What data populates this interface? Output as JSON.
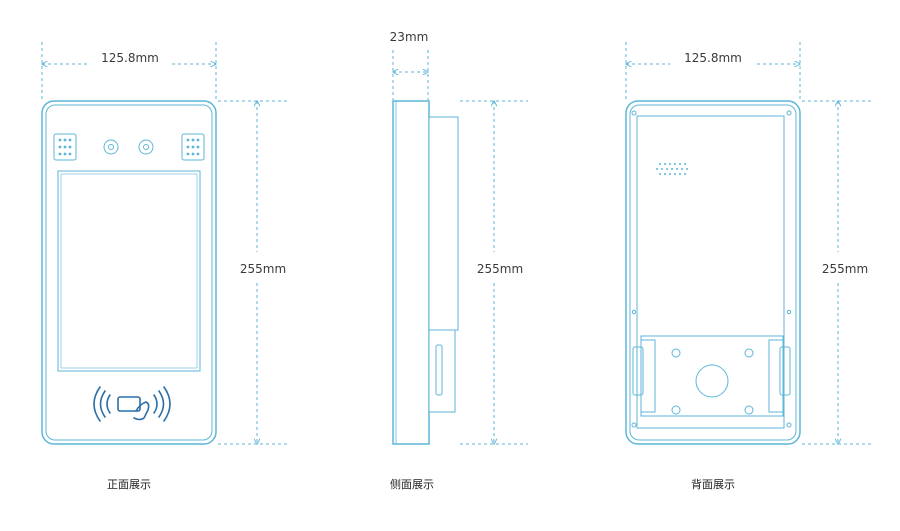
{
  "colors": {
    "outline": "#5cb6d8",
    "dimension_line": "#5cb6d8",
    "text": "#333333",
    "background": "#ffffff"
  },
  "views": {
    "front": {
      "caption": "正面展示",
      "width_label": "125.8mm",
      "height_label": "255mm",
      "icons": [
        "speaker-grille-icon",
        "camera-lens-icon",
        "camera-lens-icon",
        "speaker-grille-icon",
        "nfc-card-tap-icon"
      ]
    },
    "side": {
      "caption": "侧面展示",
      "depth_label": "23mm",
      "height_label": "255mm"
    },
    "back": {
      "caption": "背面展示",
      "width_label": "125.8mm",
      "height_label": "255mm",
      "icons": [
        "speaker-vent-icon",
        "mounting-bracket-icon"
      ]
    }
  }
}
